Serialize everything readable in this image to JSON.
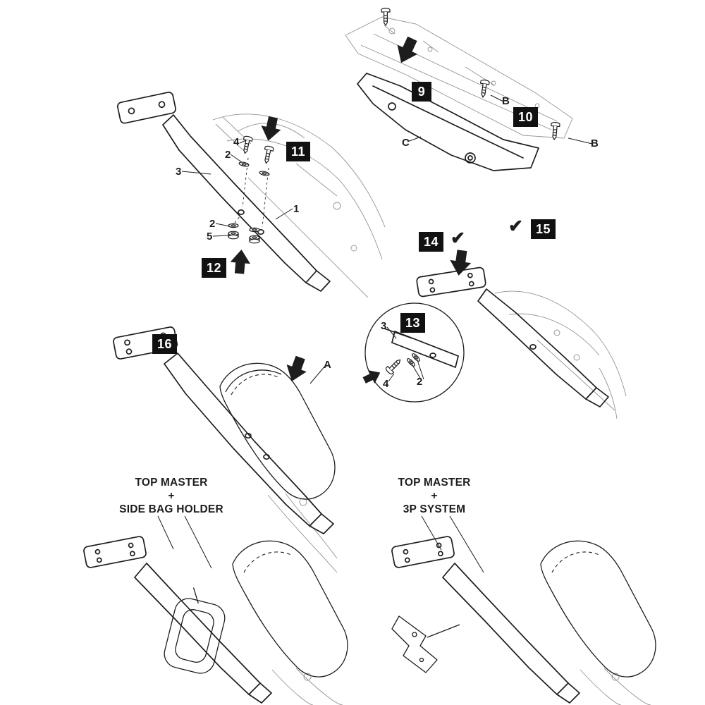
{
  "meta": {
    "background": "#ffffff",
    "ink": "#1d1d1d",
    "sketch": "#3c3c3c",
    "badge_bg": "#111111",
    "badge_fg": "#ffffff"
  },
  "badges": {
    "s9": "9",
    "s10": "10",
    "s11": "11",
    "s12": "12",
    "s13": "13",
    "s14": "14",
    "s15": "15",
    "s16": "16"
  },
  "checkmarks": {
    "step14": "✔",
    "step15": "✔"
  },
  "part_labels": {
    "b_upper": "B",
    "b_lower": "B",
    "c": "C",
    "n4": "4",
    "n2_top": "2",
    "n3": "3",
    "n1": "1",
    "n2_mid": "2",
    "n5": "5",
    "det_n3": "3",
    "det_n4": "4",
    "det_n2": "2",
    "a": "A"
  },
  "captions": {
    "left": {
      "line1": "TOP MASTER",
      "line2": "+",
      "line3": "SIDE BAG HOLDER"
    },
    "right": {
      "line1": "TOP MASTER",
      "line2": "+",
      "line3": "3P SYSTEM"
    }
  }
}
